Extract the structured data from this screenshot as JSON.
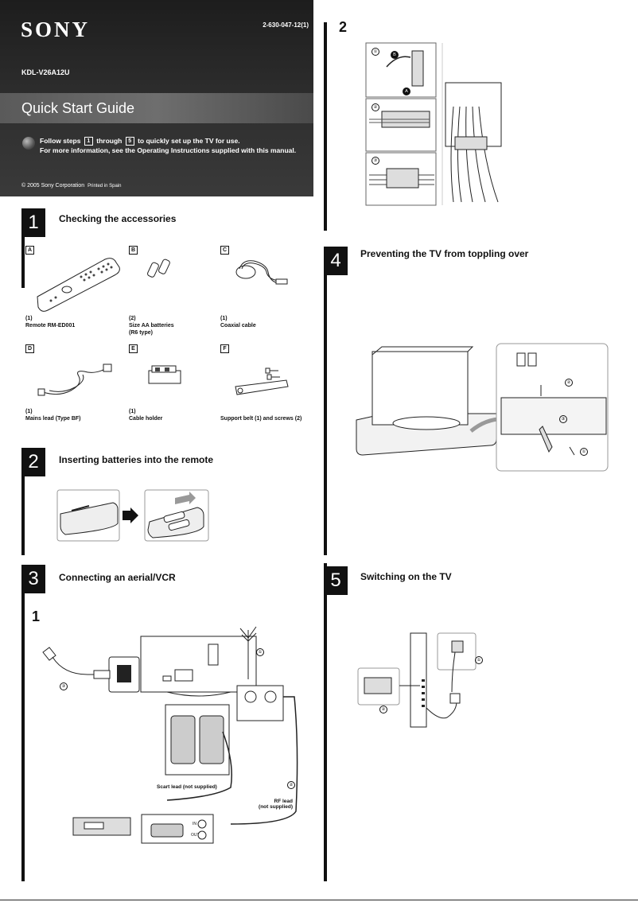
{
  "header": {
    "brand": "SONY",
    "part_number": "2-630-047-12(1)",
    "model": "KDL-V26A12U",
    "title": "Quick Start Guide",
    "intro_before": "Follow steps",
    "step_from": "1",
    "intro_mid": "through",
    "step_to": "5",
    "intro_after": "to quickly set up the TV for use.",
    "intro_line2": "For more information, see the Operating Instructions supplied with this manual.",
    "copyright": "© 2005 Sony Corporation",
    "printed": "Printed in Spain"
  },
  "section1": {
    "number": "1",
    "title": "Checking the accessories",
    "items": [
      {
        "letter": "A",
        "qty": "(1)",
        "name": "Remote RM-ED001",
        "name2": ""
      },
      {
        "letter": "B",
        "qty": "(2)",
        "name": "Size AA batteries",
        "name2": "(R6 type)"
      },
      {
        "letter": "C",
        "qty": "(1)",
        "name": "Coaxial cable",
        "name2": ""
      },
      {
        "letter": "D",
        "qty": "(1)",
        "name": "Mains lead (Type BF)",
        "name2": ""
      },
      {
        "letter": "E",
        "qty": "(1)",
        "name": "Cable holder",
        "name2": ""
      },
      {
        "letter": "F",
        "qty": "",
        "name": "Support belt (1) and screws (2)",
        "name2": ""
      }
    ]
  },
  "section2": {
    "number": "2",
    "title": "Inserting batteries into the remote"
  },
  "section3": {
    "number": "3",
    "title": "Connecting an aerial/VCR",
    "step": "1",
    "scart_label": "Scart lead (not supplied)",
    "rf_label_1": "RF lead",
    "rf_label_2": "(not supplied)",
    "callouts": [
      "①",
      "②",
      "③"
    ],
    "vcr_in": "IN",
    "vcr_out": "OUT"
  },
  "section3b": {
    "step": "2",
    "callouts": [
      "①",
      "②",
      "③"
    ],
    "tag_a": "A",
    "tag_b": "B"
  },
  "section4": {
    "number": "4",
    "title": "Preventing the TV from toppling over",
    "callouts": [
      "①",
      "②",
      "③"
    ]
  },
  "section5": {
    "number": "5",
    "title": "Switching on the TV",
    "callouts": [
      "①",
      "②"
    ]
  }
}
